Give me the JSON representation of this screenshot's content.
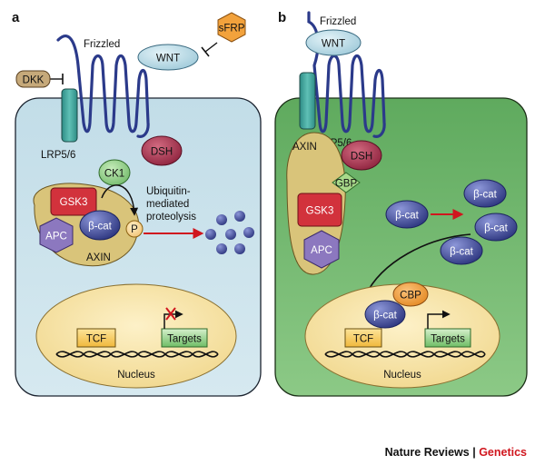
{
  "panels": [
    {
      "letter": "a",
      "labels": {
        "frizzled": "Frizzled",
        "wnt": "WNT",
        "sfrp": "sFRP",
        "dkk": "DKK",
        "lrp": "LRP5/6",
        "dsh": "DSH",
        "ck1": "CK1",
        "gsk3": "GSK3",
        "bcat": "β-cat",
        "p": "P",
        "apc": "APC",
        "axin": "AXIN",
        "ubiquitin_1": "Ubiquitin-",
        "ubiquitin_2": "mediated",
        "ubiquitin_3": "proteolysis",
        "tcf": "TCF",
        "targets": "Targets",
        "nucleus": "Nucleus"
      }
    },
    {
      "letter": "b",
      "labels": {
        "frizzled": "Frizzled",
        "wnt": "WNT",
        "lrp": "LRP5/6",
        "axin": "AXIN",
        "dsh": "DSH",
        "gbp": "GBP",
        "gsk3": "GSK3",
        "apc": "APC",
        "bcat_free": "β-cat",
        "bcat_1": "β-cat",
        "bcat_2": "β-cat",
        "bcat_3": "β-cat",
        "cbp": "CBP",
        "bcat_nuc": "β-cat",
        "tcf": "TCF",
        "targets": "Targets",
        "nucleus": "Nucleus"
      }
    }
  ],
  "credit": {
    "journal": "Nature Reviews",
    "separator": " | ",
    "section": "Genetics"
  },
  "colors": {
    "cell_a": "#cfe4ec",
    "cell_b": "#7fbf78",
    "nucleus": "#f6e4a6",
    "membrane": "#2b3a8a",
    "gsk3": "#d2323c",
    "bcat": "#3f4a9a",
    "dsh": "#a8324c",
    "apc": "#8c78bf",
    "axin": "#d9c47a",
    "sfrp": "#f2a23c",
    "accent": "#d0161e"
  }
}
